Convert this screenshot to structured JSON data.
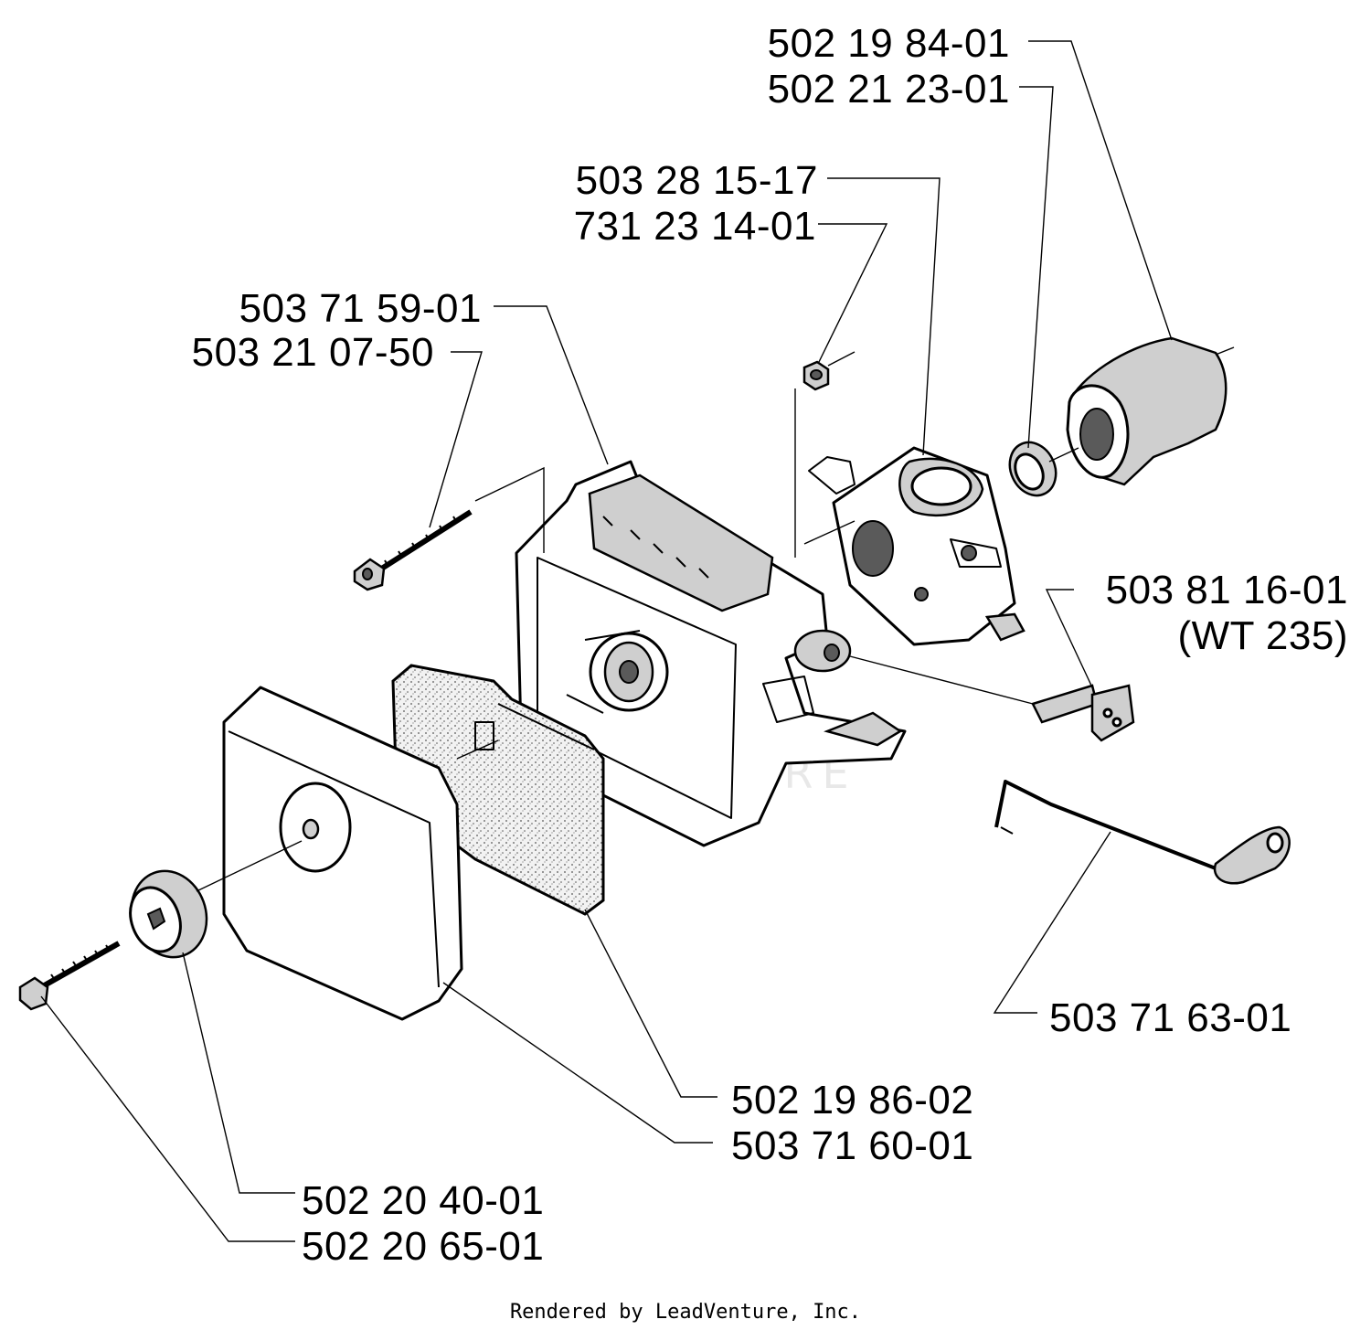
{
  "labels": {
    "p1": "502 19 84-01",
    "p2": "502 21 23-01",
    "p3": "503 28 15-17",
    "p4": "731 23 14-01",
    "p5": "503 71 59-01",
    "p6": "503 21 07-50",
    "p7": "503 81 16-01",
    "p7_note": "(WT 235)",
    "p8": "503 71 63-01",
    "p9": "502 19 86-02",
    "p10": "503 71 60-01",
    "p11": "502 20 40-01",
    "p12": "502 20 65-01"
  },
  "watermark": "LEADVENTURE",
  "footer": "Rendered by LeadVenture, Inc."
}
